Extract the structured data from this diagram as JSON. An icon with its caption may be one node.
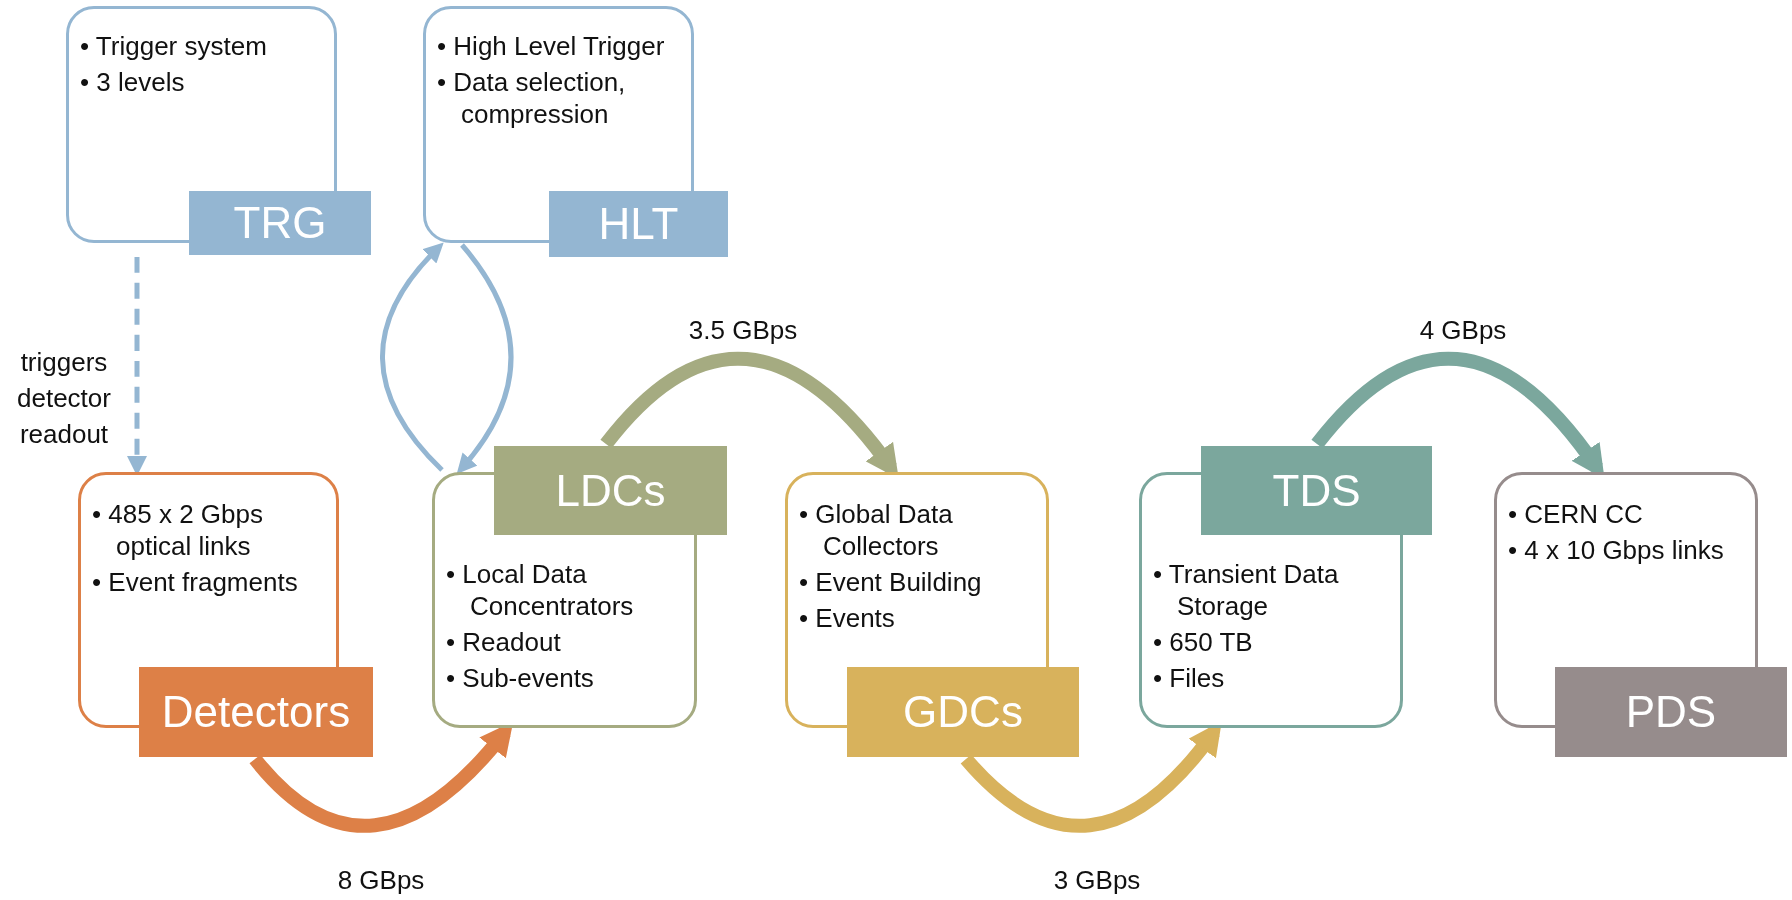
{
  "diagram": {
    "nodes": [
      {
        "text": [
          "• Trigger system",
          "• 3 levels",
          "TRG"
        ]
      },
      {
        "text": [
          "• High Level Trigger",
          "• Data selection, compression",
          "HLT"
        ]
      },
      {
        "text": [
          "• 485 x 2 Gbps optical links",
          "• Event fragments",
          "Detectors"
        ]
      },
      {
        "text": [
          "LDCs",
          "• Local Data Concentrators",
          "• Readout",
          "• Sub-events"
        ]
      },
      {
        "text": [
          "• Global Data Collectors",
          "• Event Building",
          "• Events",
          "GDCs"
        ]
      },
      {
        "text": [
          "TDS",
          "• Transient Data Storage",
          "• 650 TB",
          "• Files"
        ]
      },
      {
        "text": [
          "• CERN CC",
          "• 4 x 10 Gbps links",
          "PDS"
        ]
      }
    ],
    "edges": [
      {
        "from": 0,
        "to": 2,
        "arrow": "to",
        "label": "triggers detector readout",
        "style": "dashed",
        "color": "#94b6d2"
      },
      {
        "from": 3,
        "to": 1,
        "arrow": "to",
        "color": "#94b6d2"
      },
      {
        "from": 1,
        "to": 3,
        "arrow": "to",
        "color": "#94b6d2"
      },
      {
        "from": 2,
        "to": 3,
        "arrow": "to",
        "label": "8 GBps",
        "color": "#dd8047"
      },
      {
        "from": 3,
        "to": 4,
        "arrow": "to",
        "label": "3.5 GBps",
        "color": "#a5ab81"
      },
      {
        "from": 4,
        "to": 5,
        "arrow": "to",
        "label": "3 GBps",
        "color": "#d8b25c"
      },
      {
        "from": 5,
        "to": 6,
        "arrow": "to",
        "label": "4 GBps",
        "color": "#7ba79d"
      }
    ]
  }
}
